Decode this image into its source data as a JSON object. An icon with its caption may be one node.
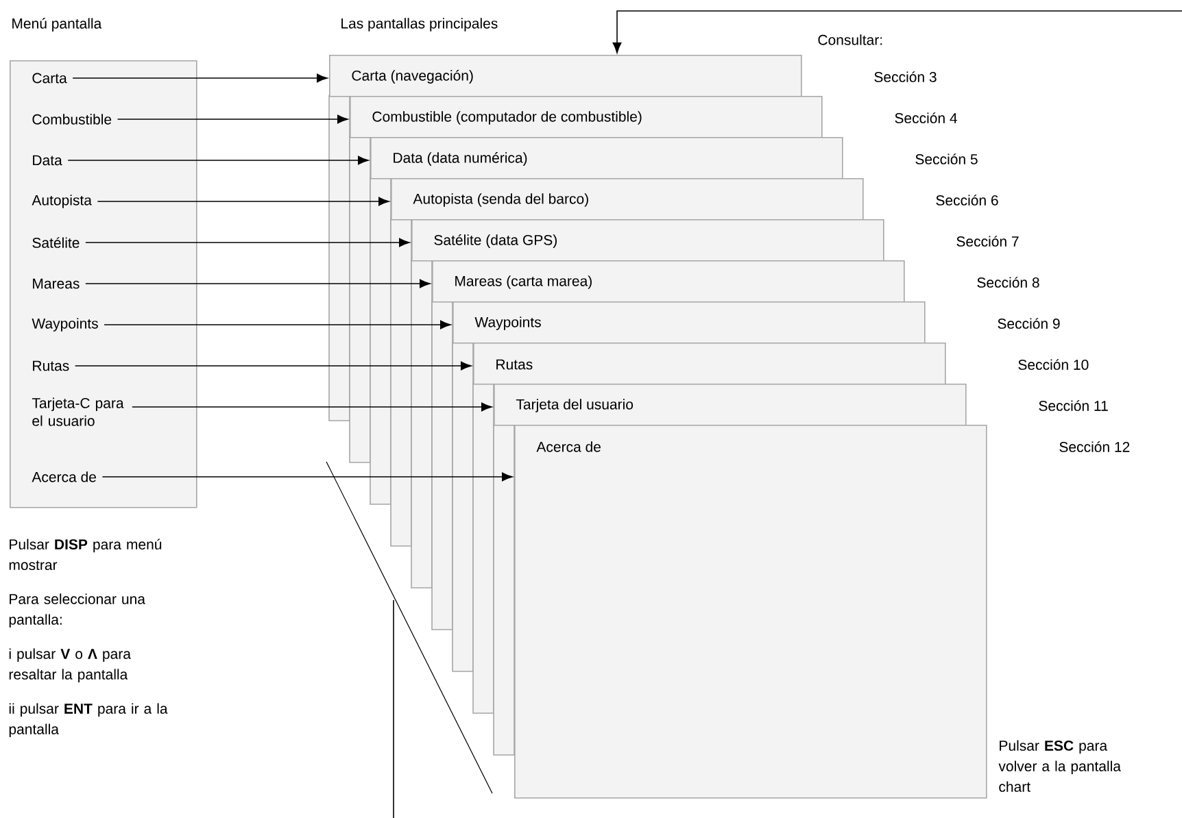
{
  "diagram": {
    "nodes": [
      {
        "text": [
          "Menú pantalla"
        ]
      },
      {
        "text": [
          "Carta"
        ],
        "in": 0
      },
      {
        "text": [
          "Combustible"
        ],
        "in": 0
      },
      {
        "text": [
          "Data"
        ],
        "in": 0
      },
      {
        "text": [
          "Autopista"
        ],
        "in": 0
      },
      {
        "text": [
          "Satélite"
        ],
        "in": 0
      },
      {
        "text": [
          "Mareas"
        ],
        "in": 0
      },
      {
        "text": [
          "Waypoints"
        ],
        "in": 0
      },
      {
        "text": [
          "Rutas"
        ],
        "in": 0
      },
      {
        "text": [
          "Tarjeta-C para el usuario"
        ],
        "in": 0
      },
      {
        "text": [
          "Acerca de"
        ],
        "in": 0
      },
      {
        "text": [
          "Carta (navegación)"
        ]
      },
      {
        "text": [
          "Combustible (computador de combustible)"
        ]
      },
      {
        "text": [
          "Data (data numérica)"
        ]
      },
      {
        "text": [
          "Autopista (senda del barco)"
        ]
      },
      {
        "text": [
          "Satélite (data GPS)"
        ]
      },
      {
        "text": [
          "Mareas (carta marea)"
        ]
      },
      {
        "text": [
          "Waypoints"
        ]
      },
      {
        "text": [
          "Rutas"
        ]
      },
      {
        "text": [
          "Tarjeta del usuario"
        ]
      },
      {
        "text": [
          "Acerca de"
        ]
      }
    ],
    "edges": [
      {
        "from": 1,
        "to": 11,
        "arrow": "to"
      },
      {
        "from": 2,
        "to": 12,
        "arrow": "to"
      },
      {
        "from": 3,
        "to": 13,
        "arrow": "to"
      },
      {
        "from": 4,
        "to": 14,
        "arrow": "to"
      },
      {
        "from": 5,
        "to": 15,
        "arrow": "to"
      },
      {
        "from": 6,
        "to": 16,
        "arrow": "to"
      },
      {
        "from": 7,
        "to": 17,
        "arrow": "to"
      },
      {
        "from": 8,
        "to": 18,
        "arrow": "to"
      },
      {
        "from": 9,
        "to": 19,
        "arrow": "to"
      },
      {
        "from": 10,
        "to": 20,
        "arrow": "to"
      },
      {
        "from": null,
        "to": 11,
        "arrow": "to"
      }
    ],
    "labels": [
      "Las pantallas principales",
      "Consultar:",
      "Sección 3",
      "Sección 4",
      "Sección 5",
      "Sección 6",
      "Sección 7",
      "Sección 8",
      "Sección 9",
      "Sección 10",
      "Sección 11",
      "Sección 12",
      "Pulsar **DISP** para menú mostrar",
      "Para seleccionar una pantalla:",
      "i pulsar **V** o **Λ** para resaltar la pantalla",
      "ii pulsar **ENT** para ir a la pantalla",
      "Pulsar **ESC** para volver a la pantalla chart"
    ]
  }
}
